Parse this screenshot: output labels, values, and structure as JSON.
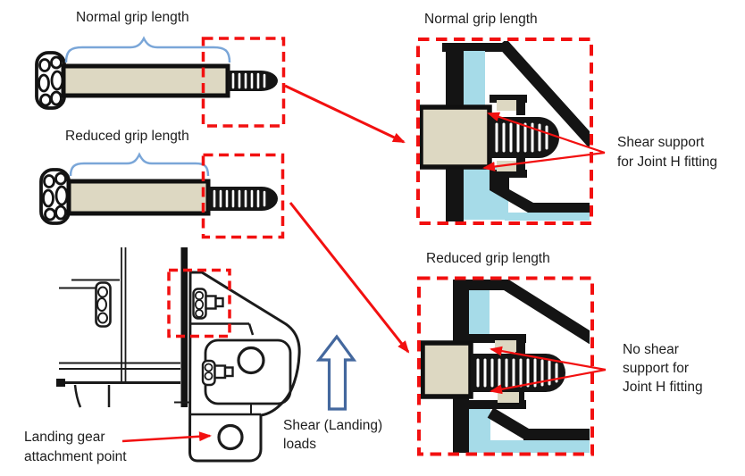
{
  "figure": {
    "left": {
      "normal_grip": {
        "label": "Normal grip length"
      },
      "reduced_grip": {
        "label": "Reduced grip length"
      },
      "landing_gear_callout": "Landing gear\nattachment point",
      "shear_loads_callout": "Shear (Landing)\nloads"
    },
    "right": {
      "normal_detail": {
        "heading": "Normal grip length",
        "callout": "Shear support\nfor Joint H fitting"
      },
      "reduced_detail": {
        "heading": "Reduced grip length",
        "callout": "No shear\nsupport for\nJoint H fitting"
      }
    },
    "colors": {
      "highlight_red": "#f21010",
      "bolt_tan": "#ddd8c2",
      "structure_blue": "#a6dbe8",
      "brace_blue": "#7aa6d8",
      "block_arrow_blue": "#44689e",
      "ink": "#141414"
    }
  }
}
